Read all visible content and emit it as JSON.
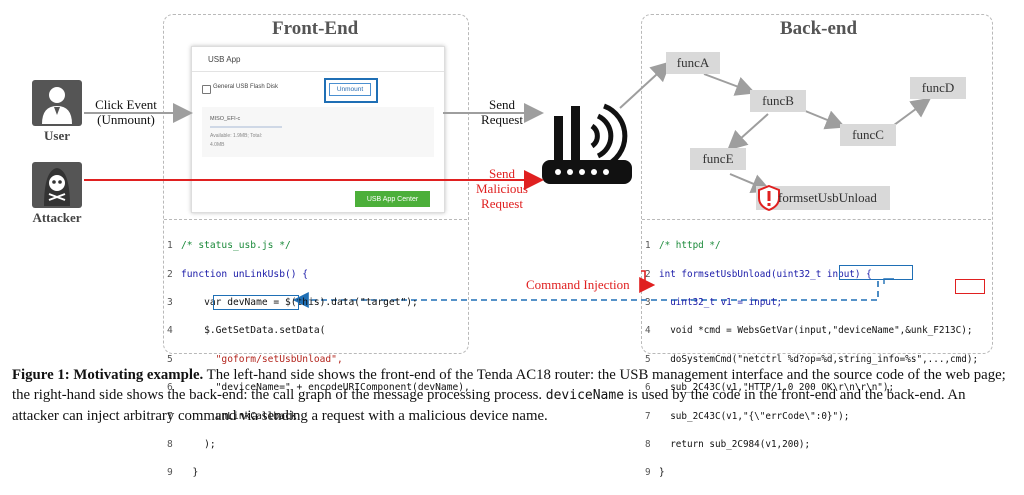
{
  "front_end": {
    "title": "Front-End",
    "usb_app": {
      "header": "USB App",
      "device_label": "General USB Flash Disk",
      "unmount_button": "Unmount",
      "partition_name": "MISO_EFI-c",
      "partition_info": "Available: 1.9MB; Total:",
      "partition_total": "4.0MB",
      "center_button": "USB App Center"
    },
    "code_lines": [
      {
        "n": "1",
        "text": "/* status_usb.js */"
      },
      {
        "n": "2",
        "text": "function unLinkUsb() {"
      },
      {
        "n": "3",
        "text": "    var devName = $(this).data(\"target\");"
      },
      {
        "n": "4",
        "text": "    $.GetSetData.setData("
      },
      {
        "n": "5",
        "text": "      \"goform/setUsbUnload\","
      },
      {
        "n": "6",
        "text": "      \"deviceName=\" + encodeURIComponent(devName),"
      },
      {
        "n": "7",
        "text": "      unLinkCallback"
      },
      {
        "n": "8",
        "text": "    );"
      },
      {
        "n": "9",
        "text": "  }"
      }
    ]
  },
  "back_end": {
    "title": "Back-end",
    "nodes": [
      "funcA",
      "funcB",
      "funcC",
      "funcD",
      "funcE",
      "formsetUsbUnload"
    ],
    "code_lines": [
      {
        "n": "1",
        "text": "/* httpd */"
      },
      {
        "n": "2",
        "text": "int formsetUsbUnload(uint32_t input) {"
      },
      {
        "n": "3",
        "text": "  uint32_t v1 = input;"
      },
      {
        "n": "4",
        "text": "  void *cmd = WebsGetVar(input,\"deviceName\",&unk_F213C);"
      },
      {
        "n": "5",
        "text": "  doSystemCmd(\"netctrl %d?op=%d,string_info=%s\",...,cmd);"
      },
      {
        "n": "6",
        "text": "  sub_2C43C(v1,\"HTTP/1.0 200 OK\\r\\n\\r\\n\");"
      },
      {
        "n": "7",
        "text": "  sub_2C43C(v1,\"{\\\"errCode\\\":0}\");"
      },
      {
        "n": "8",
        "text": "  return sub_2C984(v1,200);"
      },
      {
        "n": "9",
        "text": "}"
      }
    ]
  },
  "actors": {
    "user": "User",
    "attacker": "Attacker"
  },
  "labels": {
    "click_event": "Click Event",
    "unmount_paren": "(Unmount)",
    "send": "Send",
    "request": "Request",
    "send_malicious_1": "Send",
    "send_malicious_2": "Malicious",
    "send_malicious_3": "Request",
    "command_injection": "Command Injection"
  },
  "caption": {
    "figure": "Figure 1: Motivating example.",
    "text1": " The left-hand side shows the front-end of the Tenda AC18 router: the USB management interface and the source code of the web page; the right-hand side shows the back-end: the call graph of the message processing process. ",
    "mono": "deviceName",
    "text2": " is used by the code in the front-end and the back-end. An attacker can inject arbitrary command via sending a request with a malicious device name."
  },
  "colors": {
    "red": "#e02020",
    "blue": "#1f6fb5",
    "gray_arrow": "#9e9e9e",
    "green_button": "#4caf3a",
    "node_fill": "#d9d9d9"
  }
}
